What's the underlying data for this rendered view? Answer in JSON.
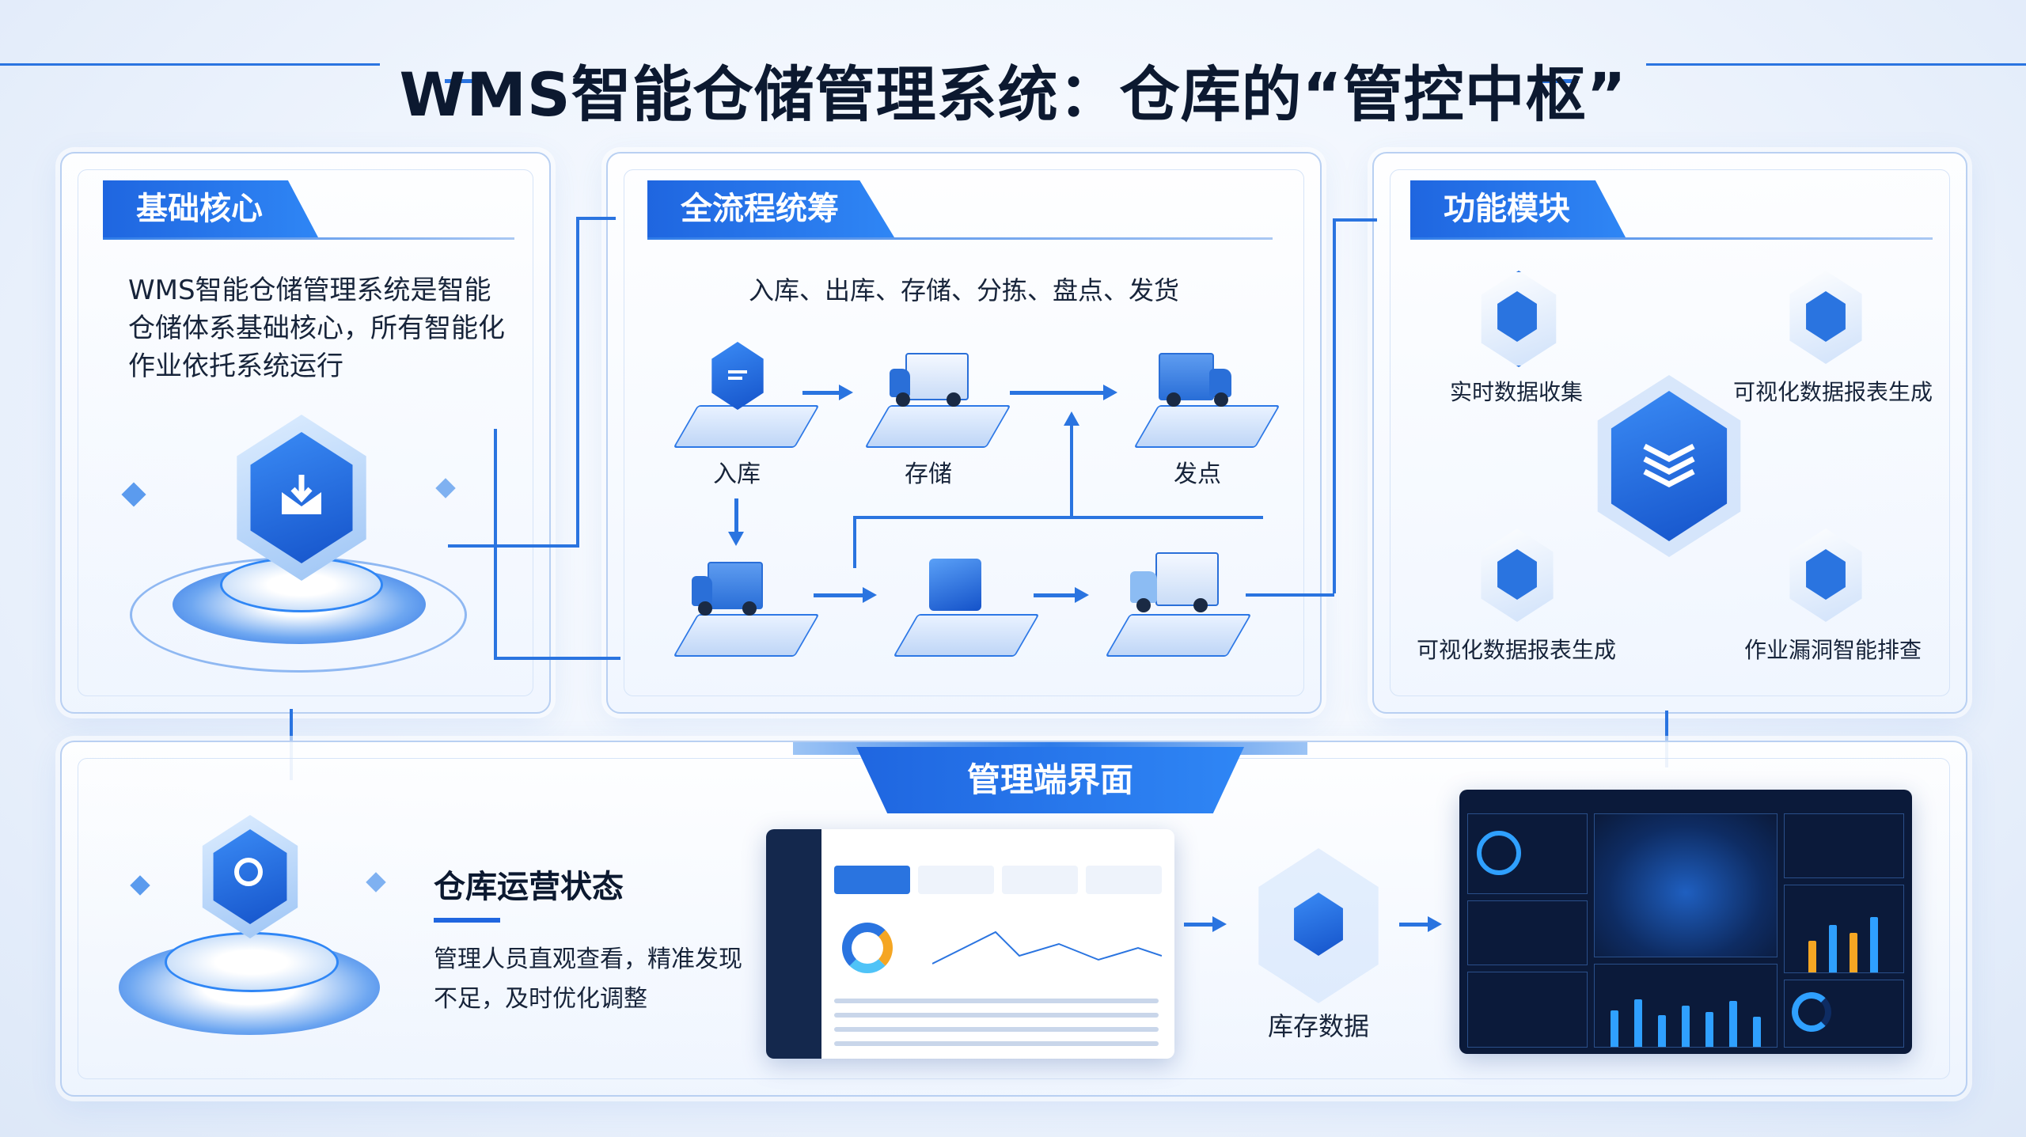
{
  "title": "WMS智能仓储管理系统：仓库的“管控中枢”",
  "panel_core": {
    "tab": "基础核心",
    "description": "WMS智能仓储管理系统是智能仓储体系基础核心，所有智能化作业依托系统运行",
    "desc_lines": [
      "WMS智能仓储管理系统是智能",
      "仓储体系基础核心，所有智能化",
      "作业依托系统运行"
    ]
  },
  "panel_process": {
    "tab": "全流程统筹",
    "subtitle": "入库、出库、存储、分拣、盘点、发货",
    "nodes": {
      "inbound": "入库",
      "storage": "存储",
      "dispatch": "发点"
    }
  },
  "panel_modules": {
    "tab": "功能模块",
    "modules": [
      "实时数据收集",
      "可视化数据报表生成",
      "可视化数据报表生成",
      "作业漏洞智能排查"
    ]
  },
  "panel_mgmt": {
    "tab": "管理端界面",
    "heading": "仓库运营状态",
    "desc_lines": [
      "管理人员直观查看，精准发现",
      "不足，及时优化调整"
    ],
    "inventory_label": "库存数据"
  },
  "colors": {
    "accent": "#1f66e0",
    "accent_light": "#2f86f5",
    "dark_screen": "#0b1a3a"
  },
  "icons": [
    "shield-icon",
    "truck-icon",
    "box-icon",
    "layers-icon",
    "report-icon",
    "check-icon",
    "location-icon"
  ]
}
